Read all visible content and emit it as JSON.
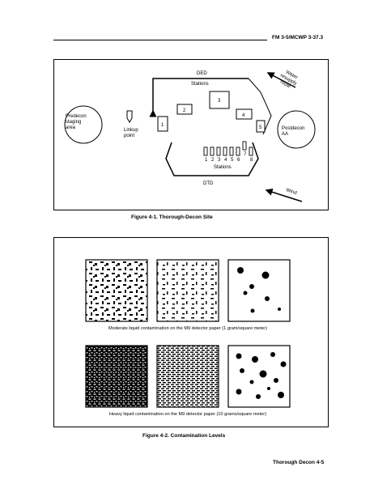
{
  "header": {
    "text": "FM 3-5/MCWP 3-37.3"
  },
  "figure1": {
    "caption": "Figure 4-1. Thorough-Decon Site",
    "ded_label": "DED",
    "ded_stations_label": "Stations",
    "ded_stations": [
      "1",
      "2",
      "3",
      "4",
      "5"
    ],
    "dtd_stations": [
      "1",
      "2",
      "3",
      "4",
      "5",
      "6",
      "7",
      "8"
    ],
    "dtd_stations_label": "Stations",
    "dtd_label": "DTD",
    "predecon_lines": [
      "Predecon",
      "staging",
      "area"
    ],
    "postdecon_lines": [
      "Postdecon",
      "AA"
    ],
    "linkup_lines": [
      "Linkup",
      "point"
    ],
    "water_lines": [
      "Water",
      "resupply",
      "route"
    ],
    "wind_label": "Wind"
  },
  "figure2": {
    "caption": "Figure 4-2. Contamination Levels",
    "moderate_caption": "Moderate liquid contamination on the M9 detector paper (1 gram/square meter)",
    "heavy_caption": "Heavy liquid contamination on the M9 detector paper (10 grams/square meter)"
  },
  "footer": {
    "text": "Thorough Decon  4-5"
  }
}
